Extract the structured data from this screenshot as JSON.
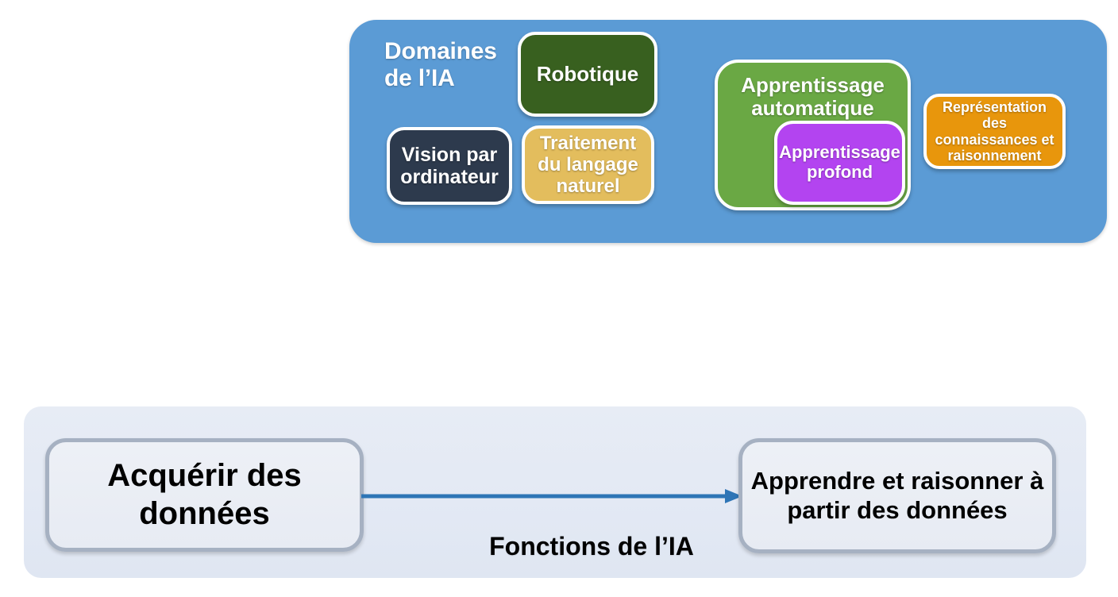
{
  "domains_panel": {
    "title": "Domaines\nde l’IA",
    "title_line1": "Domaines",
    "title_line2": "de l’IA",
    "background_color": "#5b9bd5",
    "nodes": [
      {
        "id": "robotique",
        "label": "Robotique",
        "color": "#38601f",
        "text_color": "#ffffff"
      },
      {
        "id": "vision",
        "label": "Vision par ordinateur",
        "color": "#2d3a4d",
        "text_color": "#ffffff"
      },
      {
        "id": "nlp",
        "label": "Traitement du langage naturel",
        "color": "#e3bd5d",
        "text_color": "#ffffff"
      },
      {
        "id": "ml",
        "label": "Apprentissage automatique",
        "color": "#6aa844",
        "text_color": "#ffffff"
      },
      {
        "id": "dl",
        "label": "Apprentissage profond",
        "color": "#b344f0",
        "text_color": "#ffffff"
      },
      {
        "id": "kr",
        "label": "Représentation des connaissances et raisonnement",
        "color": "#e8960c",
        "text_color": "#ffffff"
      }
    ]
  },
  "functions_panel": {
    "label": "Fonctions de l’IA",
    "background_color": "#e4eaf4",
    "source_box": "Acquérir des données",
    "target_box": "Apprendre et raisonner à partir des données",
    "arrow_color": "#2e75b6",
    "box_border_color": "#a6b1c2"
  }
}
